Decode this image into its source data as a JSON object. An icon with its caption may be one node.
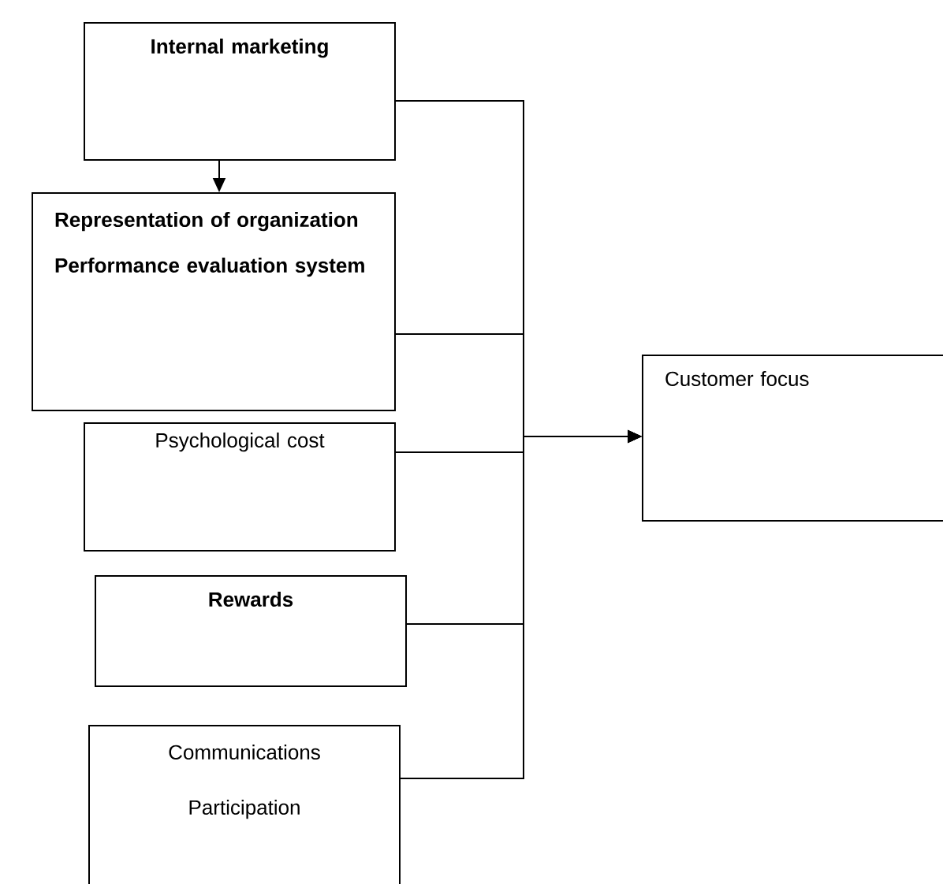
{
  "diagram": {
    "nodes": [
      {
        "text": [
          "Internal marketing"
        ]
      },
      {
        "text": [
          "Representation of organization",
          "Performance evaluation system"
        ]
      },
      {
        "text": [
          "Psychological cost"
        ]
      },
      {
        "text": [
          "Rewards"
        ]
      },
      {
        "text": [
          "Communications",
          "Participation"
        ]
      },
      {
        "text": [
          "Customer focus"
        ]
      }
    ],
    "edges": [
      {
        "from": 0,
        "to": 1,
        "arrow": "to"
      },
      {
        "from": 0,
        "to": 5,
        "arrow": "to"
      },
      {
        "from": 1,
        "to": 5,
        "arrow": "to"
      },
      {
        "from": 2,
        "to": 5,
        "arrow": "to"
      },
      {
        "from": 3,
        "to": 5,
        "arrow": "to"
      },
      {
        "from": 4,
        "to": 5,
        "arrow": "to"
      }
    ]
  }
}
